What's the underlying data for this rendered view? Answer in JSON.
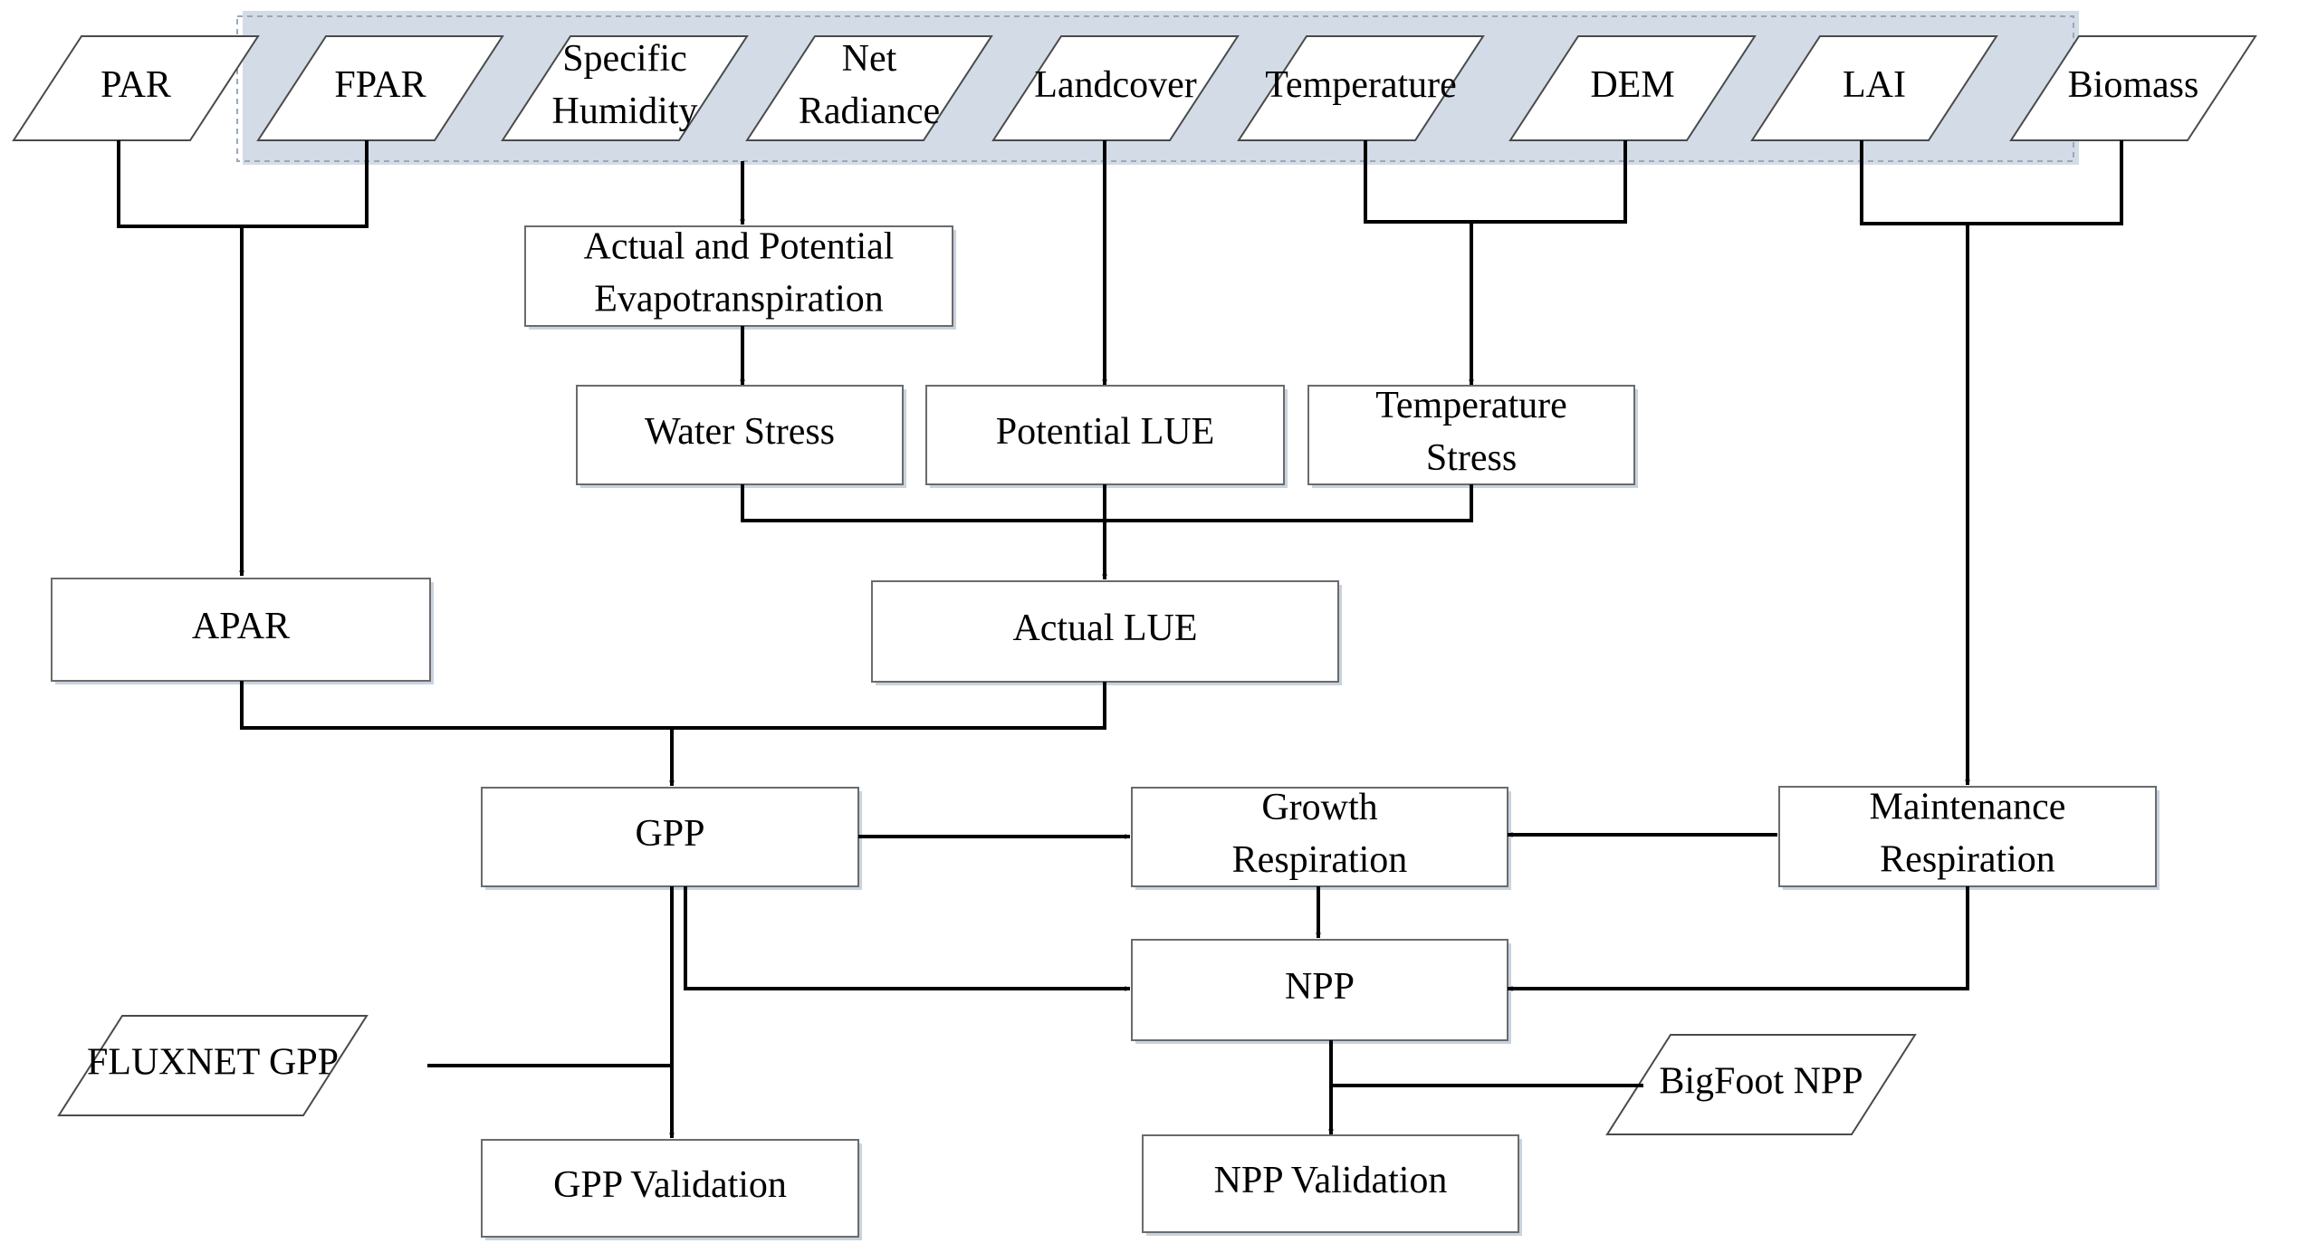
{
  "inputs": {
    "par": [
      "PAR"
    ],
    "fpar": [
      "FPAR"
    ],
    "specific_humidity": [
      "Specific",
      "Humidity"
    ],
    "net_radiance": [
      "Net",
      "Radiance"
    ],
    "landcover": [
      "Landcover"
    ],
    "temperature": [
      "Temperature"
    ],
    "dem": [
      "DEM"
    ],
    "lai": [
      "LAI"
    ],
    "biomass": [
      "Biomass"
    ]
  },
  "processes": {
    "evapotranspiration": [
      "Actual and Potential",
      "Evapotranspiration"
    ],
    "water_stress": [
      "Water Stress"
    ],
    "potential_lue": [
      "Potential LUE"
    ],
    "temperature_stress": [
      "Temperature",
      "Stress"
    ],
    "apar": [
      "APAR"
    ],
    "actual_lue": [
      "Actual LUE"
    ],
    "gpp": [
      "GPP"
    ],
    "growth_respiration": [
      "Growth",
      "Respiration"
    ],
    "maintenance_respiration": [
      "Maintenance",
      "Respiration"
    ],
    "npp": [
      "NPP"
    ],
    "gpp_validation": [
      "GPP Validation"
    ],
    "npp_validation": [
      "NPP Validation"
    ]
  },
  "references": {
    "fluxnet_gpp": [
      "FLUXNET GPP"
    ],
    "bigfoot_npp": [
      "BigFoot NPP"
    ]
  },
  "colors": {
    "line": "#000000",
    "box_stroke": "#6b6b6b",
    "band": "#d3dce6",
    "shadow": "#c9d3de"
  }
}
